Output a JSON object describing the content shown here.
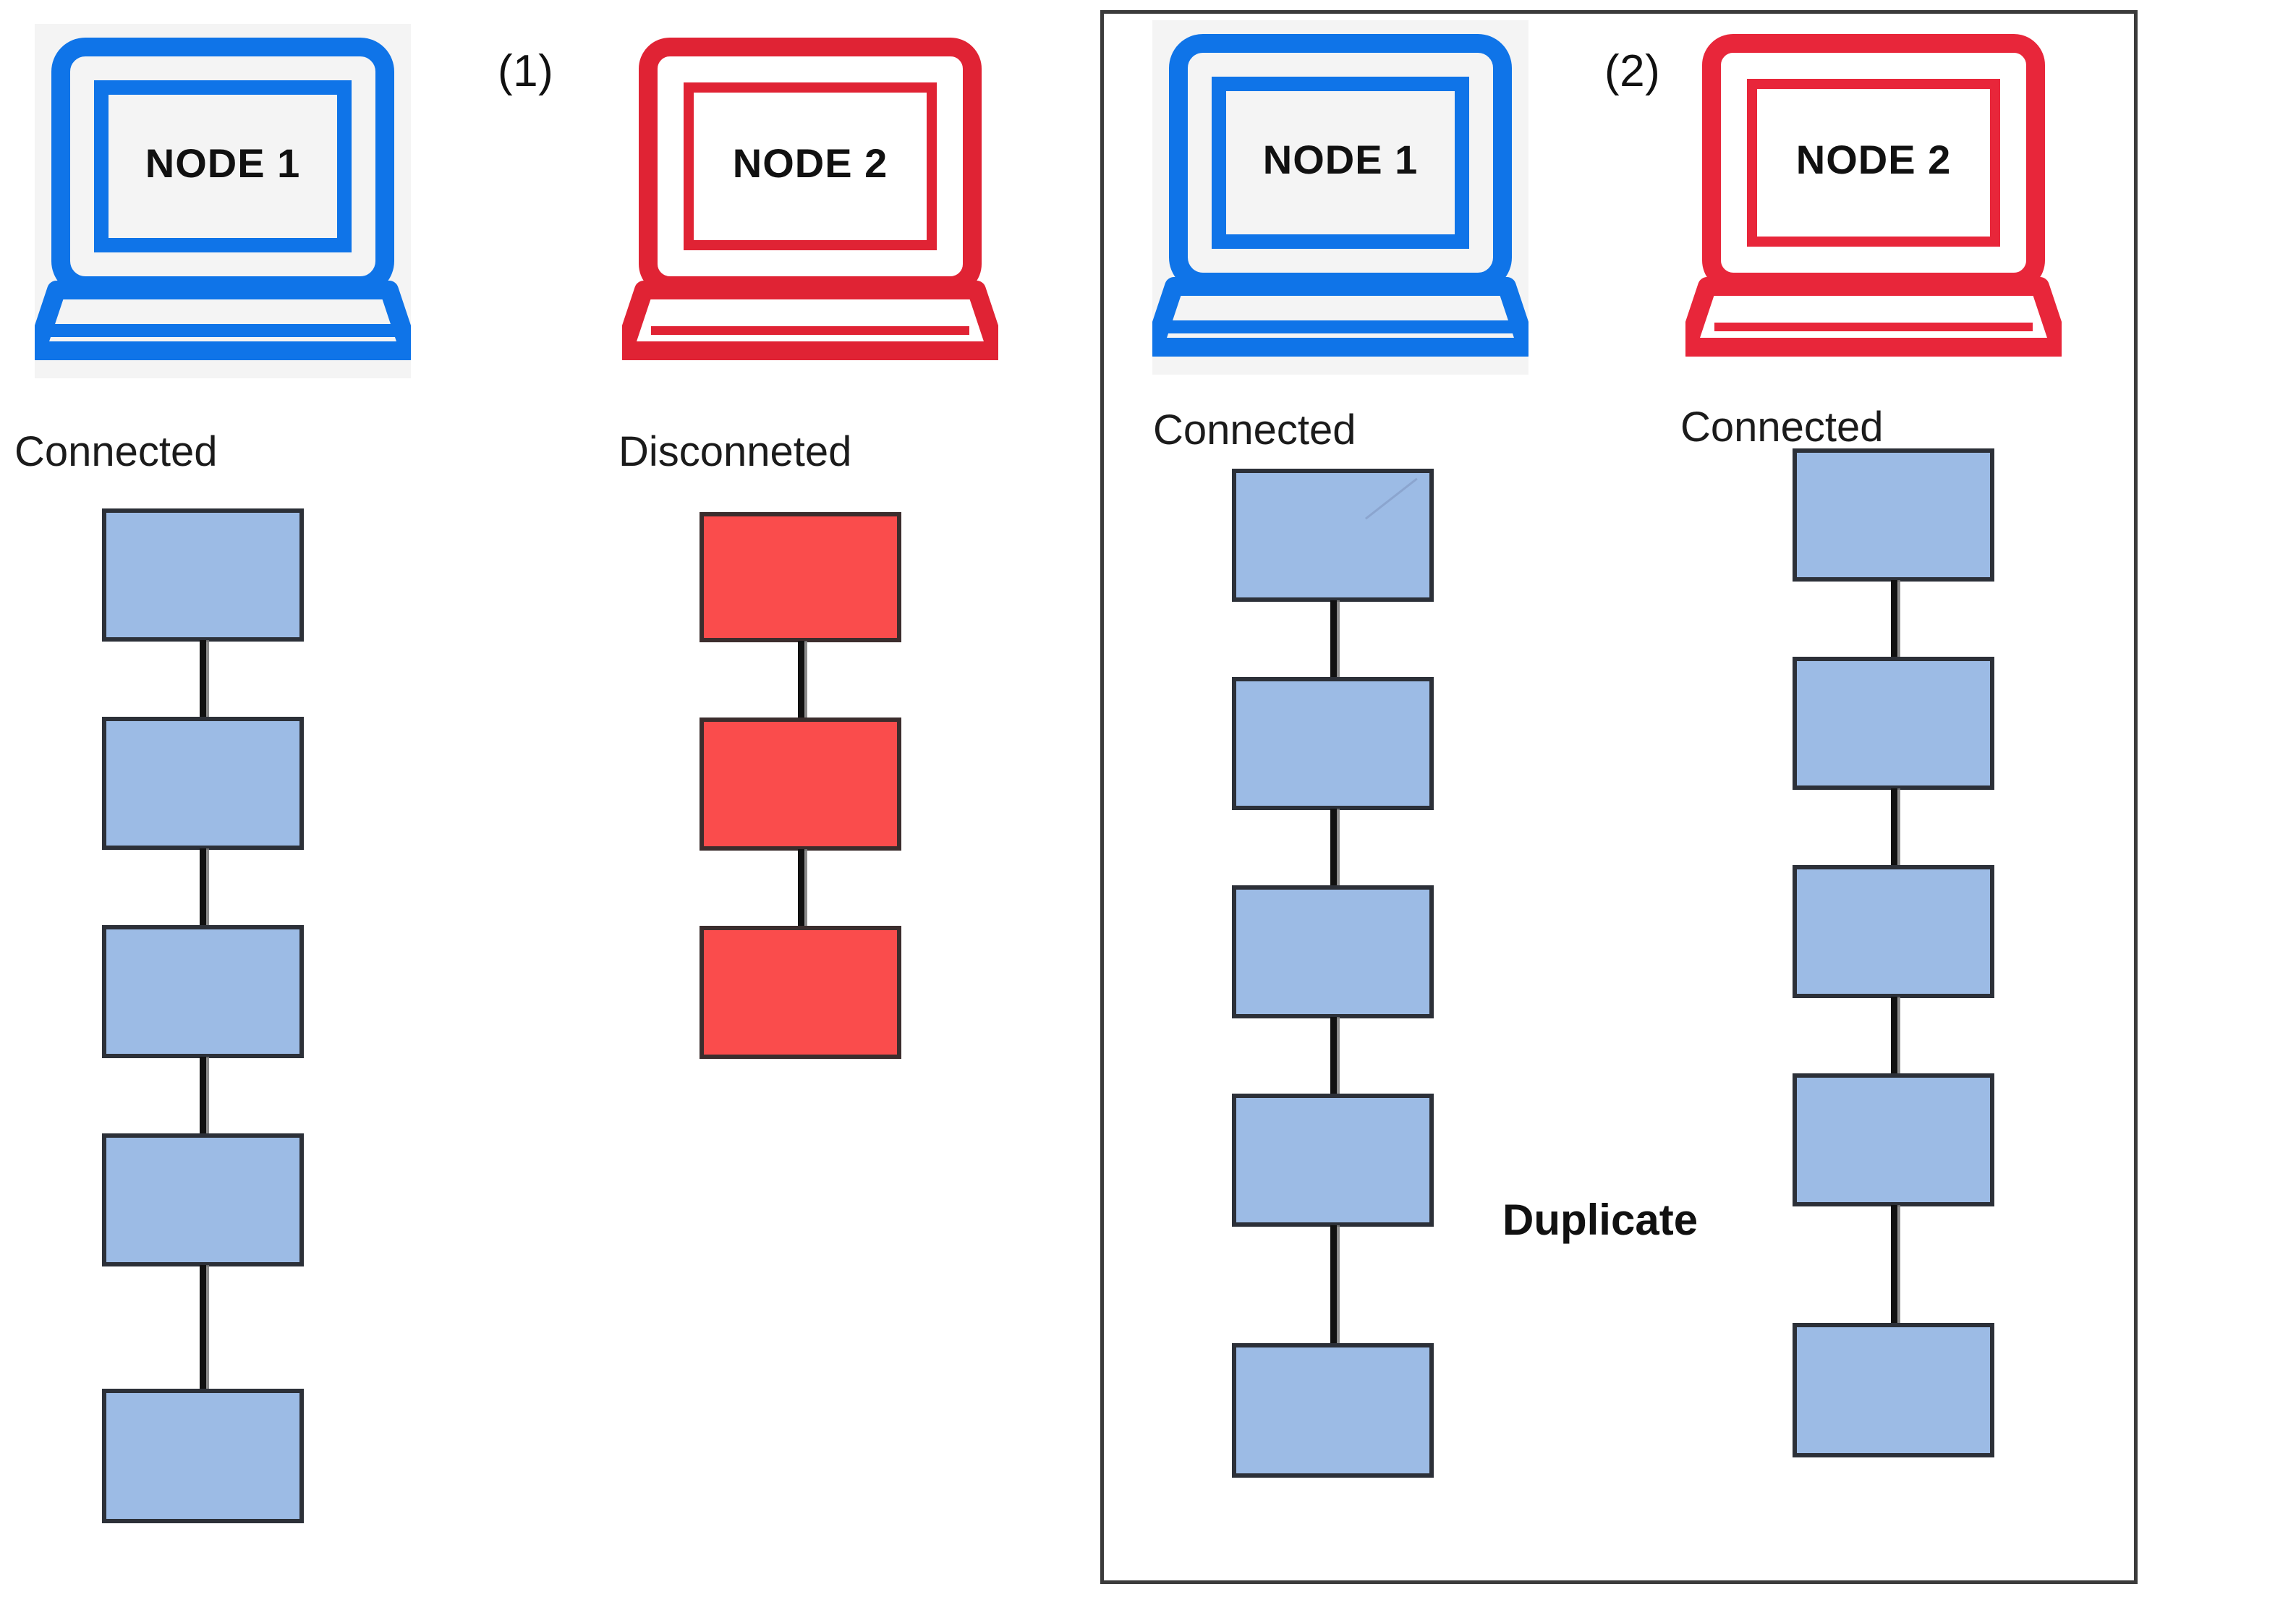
{
  "figure": {
    "title": "Node connection and ledger duplication diagram",
    "background_color": "#ffffff"
  },
  "colors": {
    "node1_accent": "#0f74e8",
    "node2_accent_panel1": "#e02334",
    "node2_accent_panel2": "#e8263a",
    "block_blue_fill": "#9cbbe5",
    "block_blue_border": "#2c3038",
    "block_red_fill": "#fa4c4c",
    "block_red_border": "#3b2d2d",
    "panel_border": "#3b3b3b",
    "laptop_shade": "#f4f4f4",
    "link_line": "#111111"
  },
  "panels": [
    {
      "id": "panel-1",
      "step_label": "(1)",
      "boxed": false,
      "columns": [
        {
          "id": "p1-node1",
          "icon_name": "laptop-icon",
          "device_label": "NODE 1",
          "device_color": "#0f74e8",
          "shaded_background": true,
          "status": "Connected",
          "chain_color": "blue",
          "chain_block_count": 5
        },
        {
          "id": "p1-node2",
          "icon_name": "laptop-icon",
          "device_label": "NODE 2",
          "device_color": "#e02334",
          "shaded_background": false,
          "status": "Disconneted",
          "chain_color": "red",
          "chain_block_count": 3
        }
      ]
    },
    {
      "id": "panel-2",
      "step_label": "(2)",
      "boxed": true,
      "annotation": "Duplicate",
      "columns": [
        {
          "id": "p2-node1",
          "icon_name": "laptop-icon",
          "device_label": "NODE 1",
          "device_color": "#0f74e8",
          "shaded_background": true,
          "status": "Connected",
          "chain_color": "blue",
          "chain_block_count": 5
        },
        {
          "id": "p2-node2",
          "icon_name": "laptop-icon",
          "device_label": "NODE 2",
          "device_color": "#e8263a",
          "shaded_background": false,
          "status": "Connected",
          "chain_color": "blue",
          "chain_block_count": 5
        }
      ]
    }
  ]
}
